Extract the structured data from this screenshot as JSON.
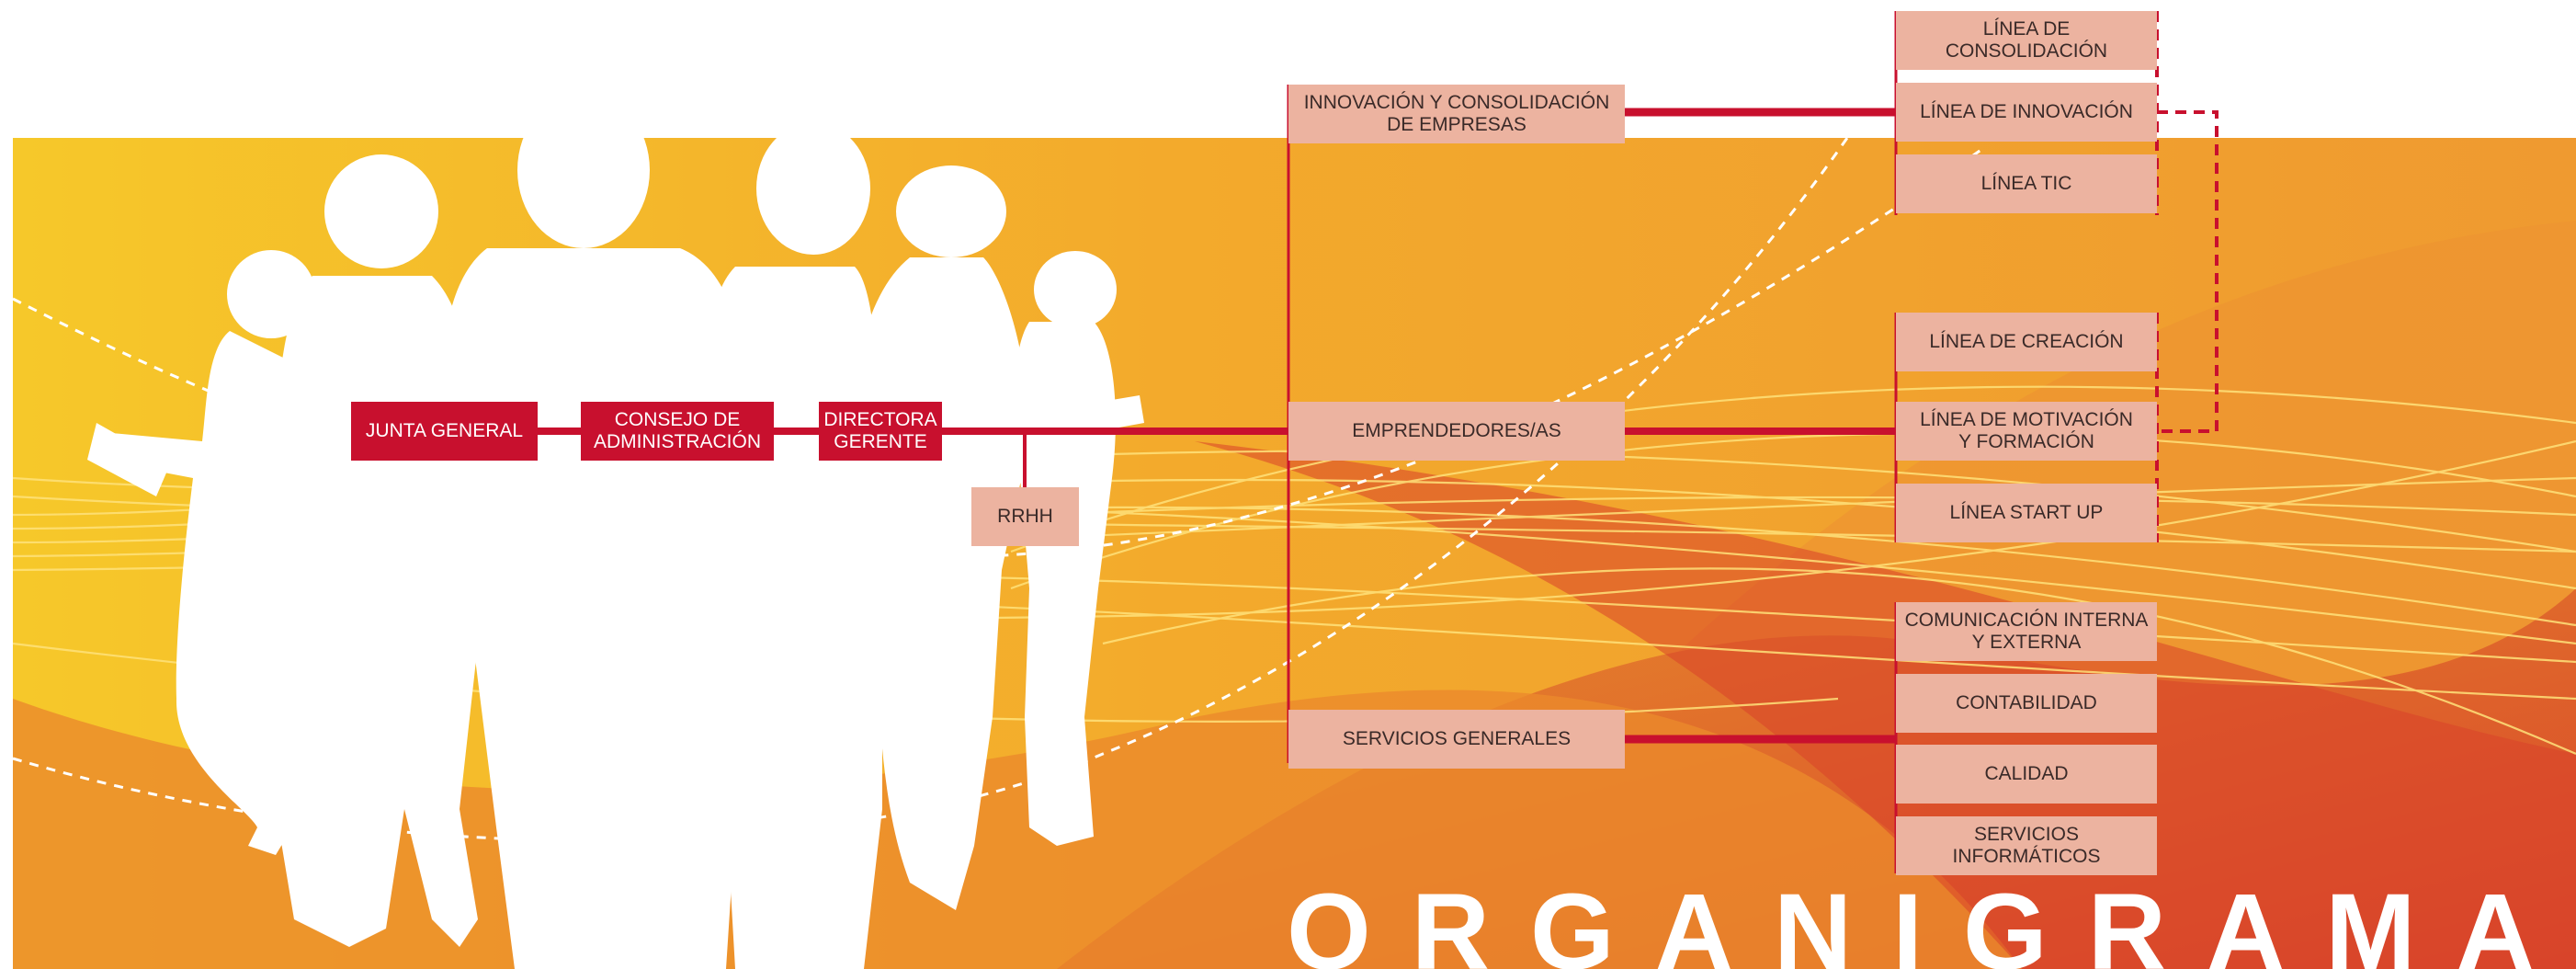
{
  "colors": {
    "accent_red": "#c8102e",
    "box_pink": "#ecb3a0",
    "bg_yellow": "#f6c22a",
    "bg_orange": "#f0a030",
    "bg_dark_orange": "#e06a26",
    "silhouette": "#ffffff"
  },
  "title": "ORGANIGRAMA",
  "governance": {
    "junta": "JUNTA GENERAL",
    "consejo": "CONSEJO DE\nADMINISTRACIÓN",
    "directora": "DIRECTORA\nGERENTE",
    "rrhh": "RRHH"
  },
  "areas": {
    "innovacion": "INNOVACIÓN Y CONSOLIDACIÓN\nDE EMPRESAS",
    "emprendedores": "EMPRENDEDORES/AS",
    "servicios": "SERVICIOS GENERALES"
  },
  "lines": {
    "consolidacion": "LÍNEA DE CONSOLIDACIÓN",
    "innovacion": "LÍNEA DE INNOVACIÓN",
    "tic": "LÍNEA TIC",
    "creacion": "LÍNEA DE CREACIÓN",
    "motivacion": "LÍNEA DE MOTIVACIÓN\nY FORMACIÓN",
    "startup": "LÍNEA START UP"
  },
  "services": {
    "comunicacion": "COMUNICACIÓN INTERNA\nY EXTERNA",
    "contabilidad": "CONTABILIDAD",
    "calidad": "CALIDAD",
    "informaticos": "SERVICIOS INFORMÁTICOS"
  }
}
